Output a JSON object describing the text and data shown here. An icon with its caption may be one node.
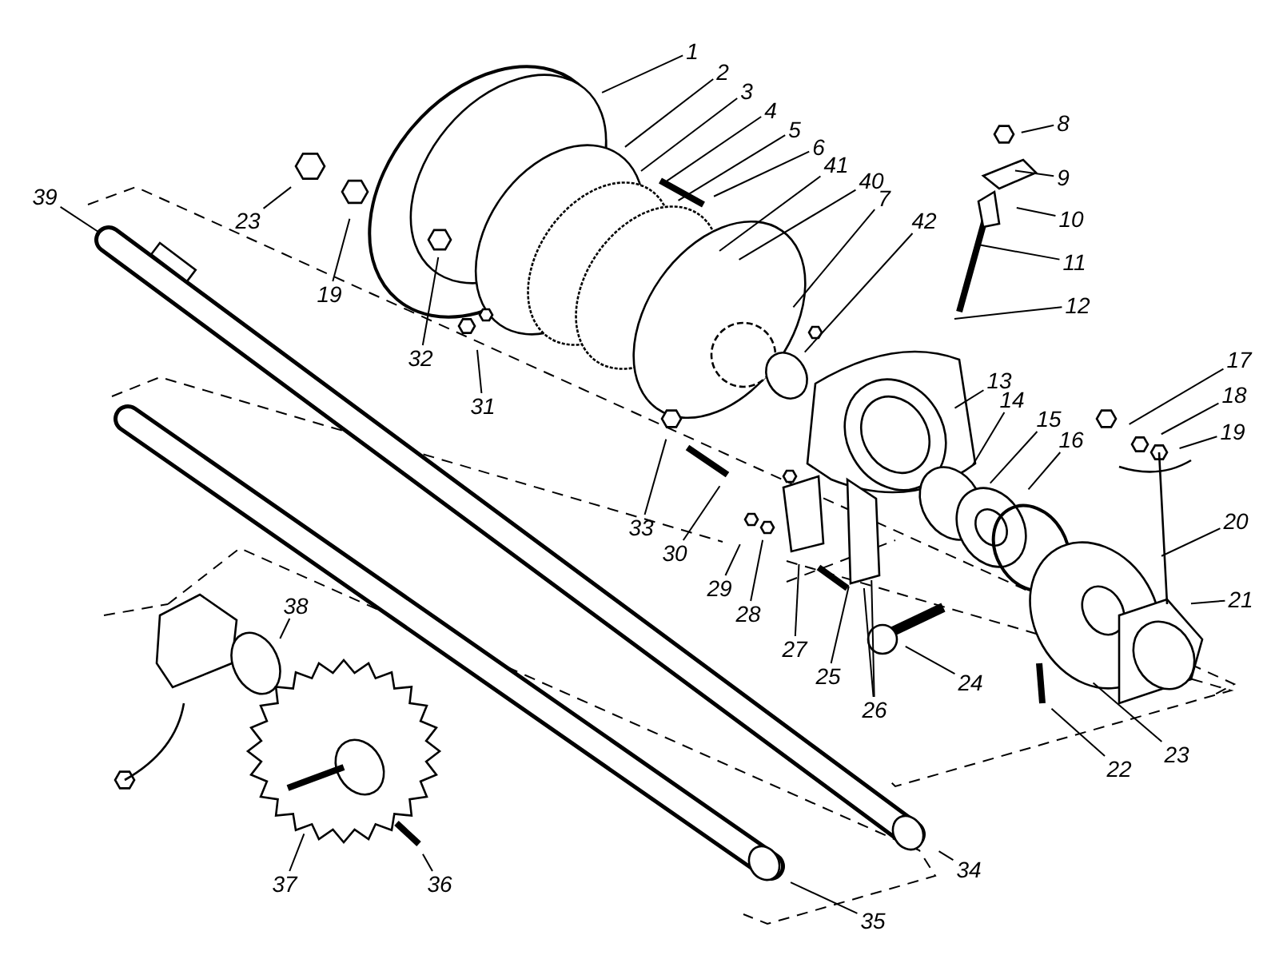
{
  "diagram": {
    "nodes": [
      {
        "text": [
          "1"
        ]
      },
      {
        "text": [
          "2"
        ]
      },
      {
        "text": [
          "3"
        ]
      },
      {
        "text": [
          "4"
        ]
      },
      {
        "text": [
          "5"
        ]
      },
      {
        "text": [
          "6"
        ]
      },
      {
        "text": [
          "41"
        ]
      },
      {
        "text": [
          "40"
        ]
      },
      {
        "text": [
          "7"
        ]
      },
      {
        "text": [
          "42"
        ]
      },
      {
        "text": [
          "8"
        ]
      },
      {
        "text": [
          "9"
        ]
      },
      {
        "text": [
          "10"
        ]
      },
      {
        "text": [
          "11"
        ]
      },
      {
        "text": [
          "12"
        ]
      },
      {
        "text": [
          "39"
        ]
      },
      {
        "text": [
          "23"
        ]
      },
      {
        "text": [
          "19"
        ]
      },
      {
        "text": [
          "32"
        ]
      },
      {
        "text": [
          "31"
        ]
      },
      {
        "text": [
          "33"
        ]
      },
      {
        "text": [
          "30"
        ]
      },
      {
        "text": [
          "13"
        ]
      },
      {
        "text": [
          "14"
        ]
      },
      {
        "text": [
          "15"
        ]
      },
      {
        "text": [
          "16"
        ]
      },
      {
        "text": [
          "17"
        ]
      },
      {
        "text": [
          "18"
        ]
      },
      {
        "text": [
          "19"
        ]
      },
      {
        "text": [
          "20"
        ]
      },
      {
        "text": [
          "21"
        ]
      },
      {
        "text": [
          "29"
        ]
      },
      {
        "text": [
          "28"
        ]
      },
      {
        "text": [
          "27"
        ]
      },
      {
        "text": [
          "25"
        ]
      },
      {
        "text": [
          "26"
        ]
      },
      {
        "text": [
          "24"
        ]
      },
      {
        "text": [
          "22"
        ]
      },
      {
        "text": [
          "23"
        ]
      },
      {
        "text": [
          "38"
        ]
      },
      {
        "text": [
          "37"
        ]
      },
      {
        "text": [
          "36"
        ]
      },
      {
        "text": [
          "35"
        ]
      },
      {
        "text": [
          "34"
        ]
      }
    ],
    "edges": [
      {
        "from": 0,
        "to": null,
        "arrow": "none"
      },
      {
        "from": 1,
        "to": null,
        "arrow": "none"
      },
      {
        "from": 2,
        "to": null,
        "arrow": "none"
      },
      {
        "from": 3,
        "to": null,
        "arrow": "none"
      },
      {
        "from": 4,
        "to": null,
        "arrow": "none"
      },
      {
        "from": 5,
        "to": null,
        "arrow": "none"
      },
      {
        "from": 6,
        "to": null,
        "arrow": "none"
      },
      {
        "from": 7,
        "to": null,
        "arrow": "none"
      },
      {
        "from": 8,
        "to": null,
        "arrow": "none"
      },
      {
        "from": 9,
        "to": null,
        "arrow": "none"
      },
      {
        "from": 10,
        "to": null,
        "arrow": "none"
      },
      {
        "from": 11,
        "to": null,
        "arrow": "none"
      },
      {
        "from": 12,
        "to": null,
        "arrow": "none"
      },
      {
        "from": 13,
        "to": null,
        "arrow": "none"
      },
      {
        "from": 14,
        "to": null,
        "arrow": "none"
      },
      {
        "from": 15,
        "to": null,
        "arrow": "none"
      },
      {
        "from": 16,
        "to": null,
        "arrow": "none"
      },
      {
        "from": 17,
        "to": null,
        "arrow": "none"
      },
      {
        "from": 18,
        "to": null,
        "arrow": "none"
      },
      {
        "from": 19,
        "to": null,
        "arrow": "none"
      },
      {
        "from": 20,
        "to": null,
        "arrow": "none"
      },
      {
        "from": 21,
        "to": null,
        "arrow": "none"
      },
      {
        "from": 22,
        "to": null,
        "arrow": "none"
      },
      {
        "from": 23,
        "to": null,
        "arrow": "none"
      },
      {
        "from": 24,
        "to": null,
        "arrow": "none"
      },
      {
        "from": 25,
        "to": null,
        "arrow": "none"
      },
      {
        "from": 26,
        "to": null,
        "arrow": "none"
      },
      {
        "from": 27,
        "to": null,
        "arrow": "none"
      },
      {
        "from": 28,
        "to": null,
        "arrow": "none"
      },
      {
        "from": 29,
        "to": null,
        "arrow": "none"
      },
      {
        "from": 30,
        "to": null,
        "arrow": "none"
      },
      {
        "from": 31,
        "to": null,
        "arrow": "none"
      },
      {
        "from": 32,
        "to": null,
        "arrow": "none"
      },
      {
        "from": 33,
        "to": null,
        "arrow": "none"
      },
      {
        "from": 34,
        "to": null,
        "arrow": "none"
      },
      {
        "from": 35,
        "to": null,
        "arrow": "none"
      },
      {
        "from": 35,
        "to": null,
        "arrow": "none"
      },
      {
        "from": 36,
        "to": null,
        "arrow": "none"
      },
      {
        "from": 37,
        "to": null,
        "arrow": "none"
      },
      {
        "from": 38,
        "to": null,
        "arrow": "none"
      },
      {
        "from": 39,
        "to": null,
        "arrow": "none"
      },
      {
        "from": 40,
        "to": null,
        "arrow": "none"
      },
      {
        "from": 41,
        "to": null,
        "arrow": "none"
      },
      {
        "from": 42,
        "to": null,
        "arrow": "none"
      },
      {
        "from": 43,
        "to": null,
        "arrow": "none"
      }
    ]
  }
}
